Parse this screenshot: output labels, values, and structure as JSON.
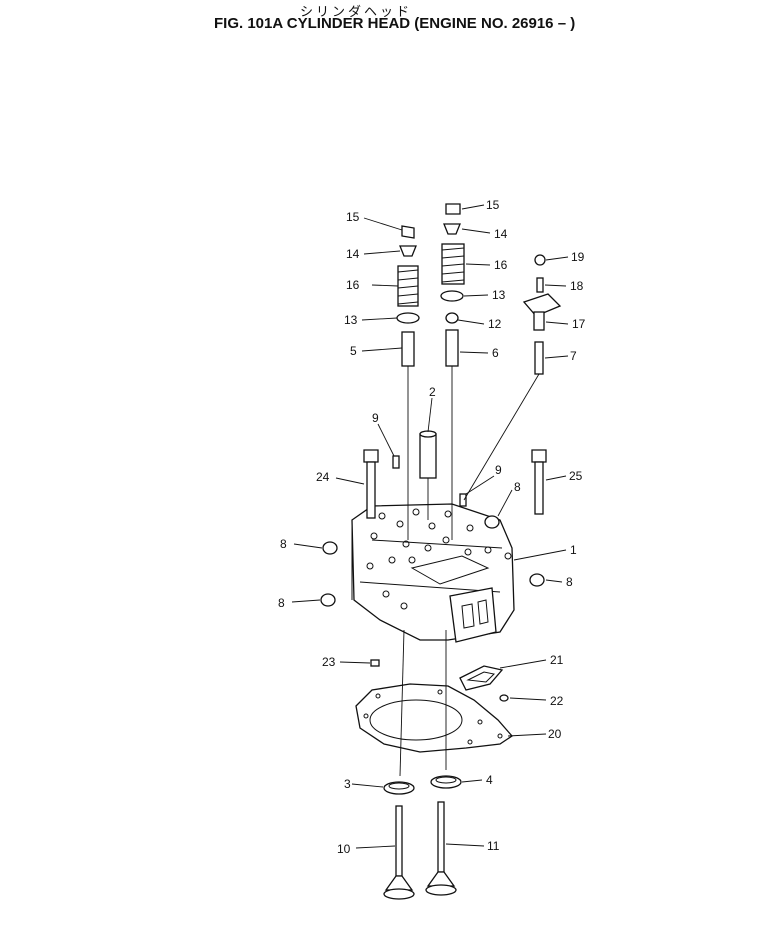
{
  "header": {
    "title_jp": "シリンダヘッド",
    "title": "FIG. 101A  CYLINDER HEAD (ENGINE NO. 26916 – )"
  },
  "callouts": [
    {
      "id": "c15a",
      "label": "15"
    },
    {
      "id": "c15b",
      "label": "15"
    },
    {
      "id": "c14a",
      "label": "14"
    },
    {
      "id": "c14b",
      "label": "14"
    },
    {
      "id": "c19",
      "label": "19"
    },
    {
      "id": "c16a",
      "label": "16"
    },
    {
      "id": "c16b",
      "label": "16"
    },
    {
      "id": "c18",
      "label": "18"
    },
    {
      "id": "c13a",
      "label": "13"
    },
    {
      "id": "c13b",
      "label": "13"
    },
    {
      "id": "c12",
      "label": "12"
    },
    {
      "id": "c17",
      "label": "17"
    },
    {
      "id": "c5",
      "label": "5"
    },
    {
      "id": "c6",
      "label": "6"
    },
    {
      "id": "c7",
      "label": "7"
    },
    {
      "id": "c2",
      "label": "2"
    },
    {
      "id": "c9a",
      "label": "9"
    },
    {
      "id": "c9b",
      "label": "9"
    },
    {
      "id": "c24",
      "label": "24"
    },
    {
      "id": "c25",
      "label": "25"
    },
    {
      "id": "c8a",
      "label": "8"
    },
    {
      "id": "c8b",
      "label": "8"
    },
    {
      "id": "c8c",
      "label": "8"
    },
    {
      "id": "c8d",
      "label": "8"
    },
    {
      "id": "c1",
      "label": "1"
    },
    {
      "id": "c23",
      "label": "23"
    },
    {
      "id": "c21",
      "label": "21"
    },
    {
      "id": "c22",
      "label": "22"
    },
    {
      "id": "c20",
      "label": "20"
    },
    {
      "id": "c3",
      "label": "3"
    },
    {
      "id": "c4",
      "label": "4"
    },
    {
      "id": "c10",
      "label": "10"
    },
    {
      "id": "c11",
      "label": "11"
    }
  ]
}
